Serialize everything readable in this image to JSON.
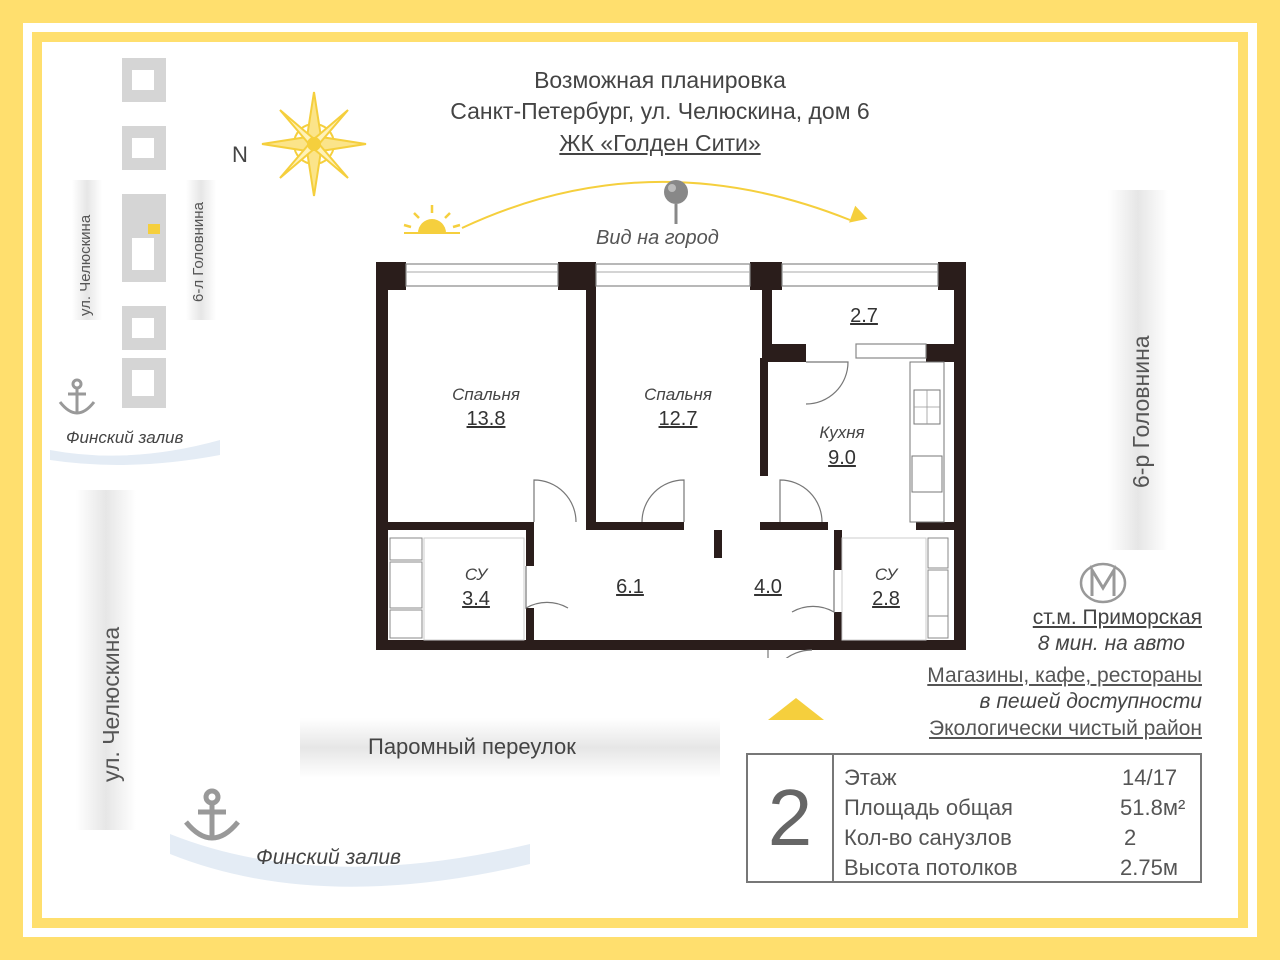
{
  "header": {
    "line1": "Возможная планировка",
    "line2": "Санкт-Петербург, ул. Челюскина, дом 6",
    "line3": "ЖК «Голден Сити»"
  },
  "compass": {
    "north_label": "N"
  },
  "view_label": "Вид на город",
  "rooms": [
    {
      "name": "Спальня",
      "area": "13.8"
    },
    {
      "name": "Спальня",
      "area": "12.7"
    },
    {
      "name": "",
      "area": "2.7"
    },
    {
      "name": "Кухня",
      "area": "9.0"
    },
    {
      "name": "СУ",
      "area": "3.4"
    },
    {
      "name": "",
      "area": "6.1"
    },
    {
      "name": "",
      "area": "4.0"
    },
    {
      "name": "СУ",
      "area": "2.8"
    }
  ],
  "streets": {
    "left_small": "ул. Челюскина",
    "right_small": "6-л Головнина",
    "left_big": "ул. Челюскина",
    "right_big": "6-р Головнина",
    "bottom": "Паромный переулок"
  },
  "water": {
    "top": "Финский залив",
    "bottom": "Финский залив"
  },
  "metro": {
    "station": "ст.м. Приморская",
    "time": "8 мин. на авто"
  },
  "amenities": {
    "line1": "Магазины, кафе, рестораны",
    "line2": "в пешей доступности",
    "line3": "Экологически чистый район"
  },
  "info": {
    "rooms_count": "2",
    "rows": [
      {
        "label": "Этаж",
        "value": "14/17"
      },
      {
        "label": "Площадь общая",
        "value": "51.8м²"
      },
      {
        "label": "Кол-во санузлов",
        "value": "2"
      },
      {
        "label": "Высота потолков",
        "value": "2.75м"
      }
    ]
  },
  "colors": {
    "frame": "#ffdf6e",
    "wall": "#2a1d1b",
    "sun": "#f5cf3d"
  }
}
